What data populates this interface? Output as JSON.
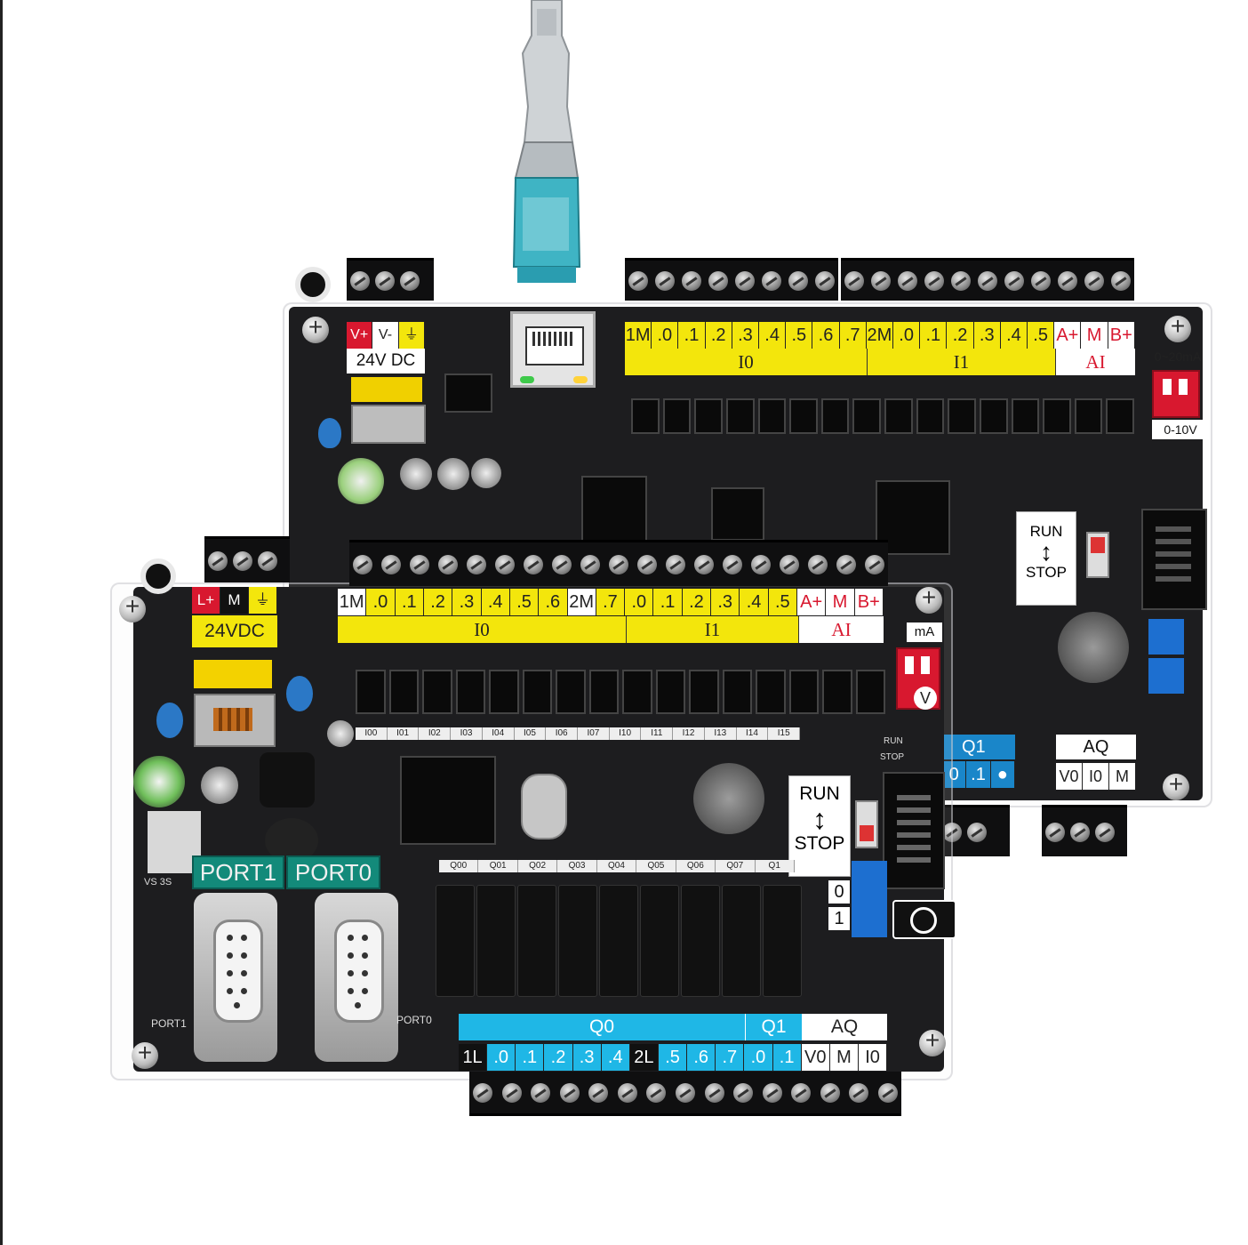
{
  "back_board": {
    "power_terminal": {
      "v_plus": "V+",
      "v_minus": "V-",
      "ground_symbol": "⏚",
      "voltage": "24V DC"
    },
    "input_labels": [
      {
        "text": "1M",
        "style": "yel"
      },
      {
        "text": ".0",
        "style": "yel"
      },
      {
        "text": ".1",
        "style": "yel"
      },
      {
        "text": ".2",
        "style": "yel"
      },
      {
        "text": ".3",
        "style": "yel"
      },
      {
        "text": ".4",
        "style": "yel"
      },
      {
        "text": ".5",
        "style": "yel"
      },
      {
        "text": ".6",
        "style": "yel"
      },
      {
        "text": ".7",
        "style": "yel"
      },
      {
        "text": "2M",
        "style": "yel"
      },
      {
        "text": ".0",
        "style": "yel"
      },
      {
        "text": ".1",
        "style": "yel"
      },
      {
        "text": ".2",
        "style": "yel"
      },
      {
        "text": ".3",
        "style": "yel"
      },
      {
        "text": ".4",
        "style": "yel"
      },
      {
        "text": ".5",
        "style": "yel"
      },
      {
        "text": "A+",
        "style": "red-t"
      },
      {
        "text": "M",
        "style": "red-t"
      },
      {
        "text": "B+",
        "style": "red-t"
      }
    ],
    "groups": {
      "i0": "I0",
      "i1": "I1",
      "ai": "AI"
    },
    "dip_top": "0~20mA",
    "dip_bottom": "0-10V",
    "run_stop": {
      "run": "RUN",
      "stop": "STOP"
    },
    "outputs": {
      "q1": "Q1",
      "q1_0": "0",
      "q1_1": ".1",
      "q1_dot": "●"
    },
    "aq": {
      "title": "AQ",
      "v0": "V0",
      "i0": "I0",
      "m": "M"
    }
  },
  "front_board": {
    "power_terminal": {
      "l_plus": "L+",
      "m": "M",
      "ground_symbol": "⏚",
      "voltage": "24VDC"
    },
    "input_labels": [
      {
        "text": "1M",
        "style": "wht"
      },
      {
        "text": ".0",
        "style": "yel"
      },
      {
        "text": ".1",
        "style": "yel"
      },
      {
        "text": ".2",
        "style": "yel"
      },
      {
        "text": ".3",
        "style": "yel"
      },
      {
        "text": ".4",
        "style": "yel"
      },
      {
        "text": ".5",
        "style": "yel"
      },
      {
        "text": ".6",
        "style": "yel"
      },
      {
        "text": "2M",
        "style": "wht"
      },
      {
        "text": ".7",
        "style": "yel"
      },
      {
        "text": ".0",
        "style": "yel"
      },
      {
        "text": ".1",
        "style": "yel"
      },
      {
        "text": ".2",
        "style": "yel"
      },
      {
        "text": ".3",
        "style": "yel"
      },
      {
        "text": ".4",
        "style": "yel"
      },
      {
        "text": ".5",
        "style": "yel"
      },
      {
        "text": "A+",
        "style": "red-t"
      },
      {
        "text": "M",
        "style": "red-t"
      },
      {
        "text": "B+",
        "style": "red-t"
      }
    ],
    "groups": {
      "i0": "I0",
      "i1": "I1",
      "ai": "AI"
    },
    "dip_label": "mA",
    "dip_v": "V",
    "input_silk": [
      "I00",
      "I01",
      "I02",
      "I03",
      "I04",
      "I05",
      "I06",
      "I07",
      "I10",
      "I11",
      "I12",
      "I13",
      "I14",
      "I15"
    ],
    "run_stop": {
      "run": "RUN",
      "stop": "STOP"
    },
    "pot_labels": {
      "p0": "0",
      "p1": "1"
    },
    "ports": {
      "port1": "PORT1",
      "port0": "PORT0",
      "silk_port1": "PORT1",
      "silk_port0": "PORT0",
      "vs": "VS 3S"
    },
    "relay_silk": [
      "Q00",
      "Q01",
      "Q02",
      "Q03",
      "Q04",
      "Q05",
      "Q06",
      "Q07",
      "Q1"
    ],
    "output_groups": {
      "q0": "Q0",
      "q1": "Q1",
      "aq": "AQ"
    },
    "output_labels": [
      {
        "text": "1L",
        "style": "blk"
      },
      {
        "text": ".0",
        "style": "cyan"
      },
      {
        "text": ".1",
        "style": "cyan"
      },
      {
        "text": ".2",
        "style": "cyan"
      },
      {
        "text": ".3",
        "style": "cyan"
      },
      {
        "text": ".4",
        "style": "cyan"
      },
      {
        "text": "2L",
        "style": "blk"
      },
      {
        "text": ".5",
        "style": "cyan"
      },
      {
        "text": ".6",
        "style": "cyan"
      },
      {
        "text": ".7",
        "style": "cyan"
      },
      {
        "text": ".0",
        "style": "cyan"
      },
      {
        "text": ".1",
        "style": "cyan"
      },
      {
        "text": "V0",
        "style": "wht"
      },
      {
        "text": "M",
        "style": "wht"
      },
      {
        "text": "I0",
        "style": "wht"
      }
    ],
    "run_silk": "RUN",
    "stop_silk": "STOP"
  },
  "colors": {
    "yellow": "#f3e60c",
    "cyan": "#1fb7e6",
    "red": "#d8182f",
    "board": "#1d1d1f",
    "port_green": "#138a7a"
  }
}
